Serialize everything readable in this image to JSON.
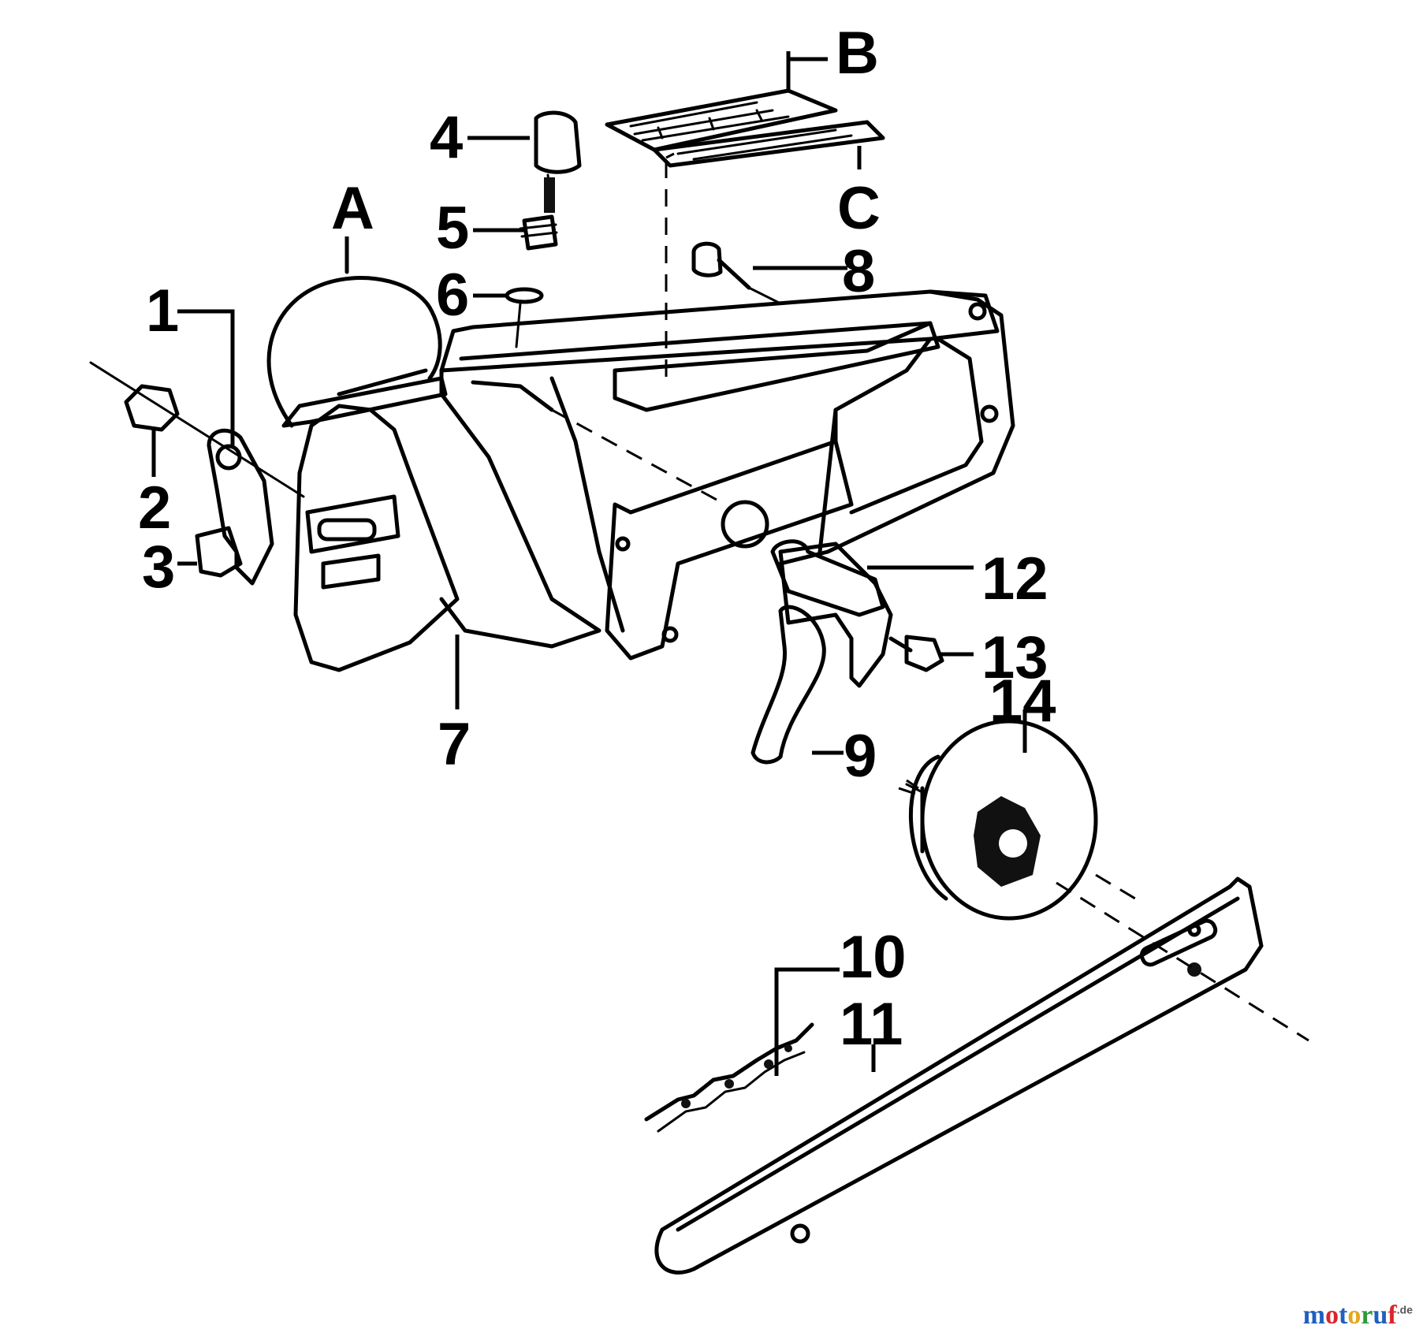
{
  "diagram": {
    "labels": {
      "A": "A",
      "B": "B",
      "C": "C",
      "n1": "1",
      "n2": "2",
      "n3": "3",
      "n4": "4",
      "n5": "5",
      "n6": "6",
      "n7": "7",
      "n8": "8",
      "n9": "9",
      "n10": "10",
      "n11": "11",
      "n12": "12",
      "n13": "13",
      "n14": "14"
    }
  },
  "watermark": {
    "text_parts": [
      "m",
      "o",
      "t",
      "o",
      "r",
      "u",
      "f"
    ],
    "colors": [
      "#1f5fbf",
      "#d9262b",
      "#1f5fbf",
      "#e2a81b",
      "#2c9a3a",
      "#1f5fbf",
      "#d9262b"
    ],
    "suffix": ".de"
  }
}
